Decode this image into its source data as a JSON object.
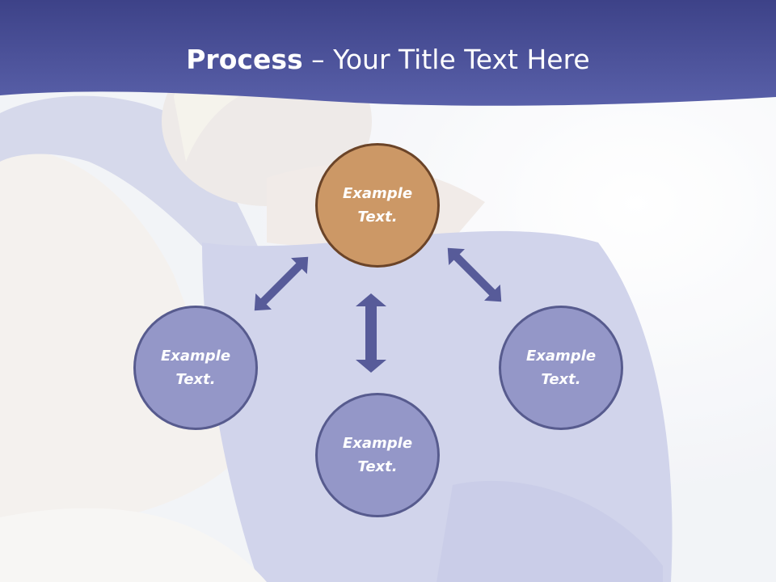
{
  "slide": {
    "title_bold": "Process",
    "title_rest": " – Your Title Text Here"
  },
  "nodes": {
    "top": {
      "label": "Example\nText.",
      "color": "#cc9866"
    },
    "left": {
      "label": "Example\nText.",
      "color": "#9497c8"
    },
    "bottom": {
      "label": "Example\nText.",
      "color": "#9497c8"
    },
    "right": {
      "label": "Example\nText.",
      "color": "#9497c8"
    }
  },
  "colors": {
    "header": "#4e549f",
    "arrow": "#575b99",
    "node_border": "#575b8e"
  }
}
